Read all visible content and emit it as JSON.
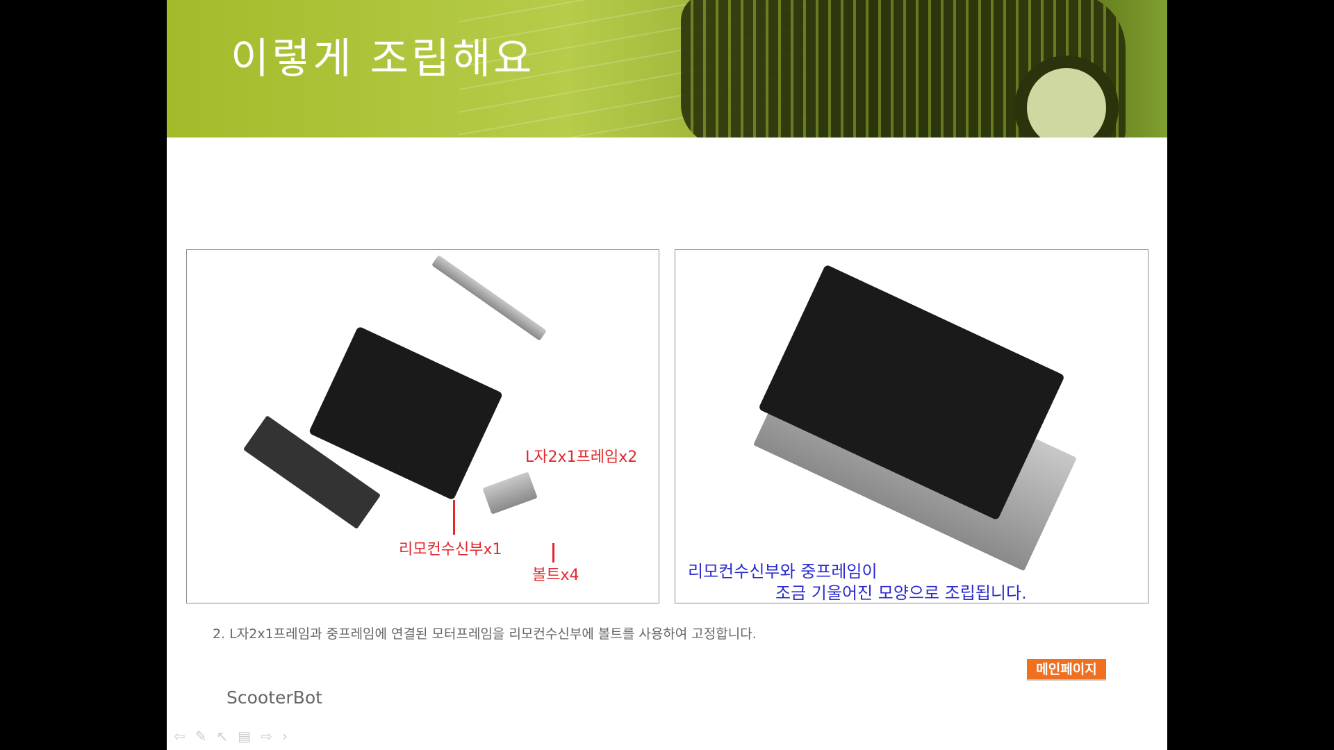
{
  "header": {
    "title": "이렇게 조립해요"
  },
  "left_photo": {
    "labels": {
      "frame": "L자2x1프레임x2",
      "receiver": "리모컨수신부x1",
      "bolt": "볼트x4"
    }
  },
  "right_photo": {
    "caption_line1": "리모컨수신부와 중프레임이",
    "caption_line2": "조금 기울어진 모양으로 조립됩니다."
  },
  "caption": "2. L자2x1프레임과 중프레임에 연결된 모터프레임을 리모컨수신부에 볼트를 사용하여 고정합니다.",
  "brand": "ScooterBot",
  "main_page_button": "메인페이지",
  "nav_icons": [
    "arrow-left-icon",
    "pen-icon",
    "pointer-icon",
    "menu-icon",
    "arrow-right-icon",
    "chevron-right-icon"
  ]
}
